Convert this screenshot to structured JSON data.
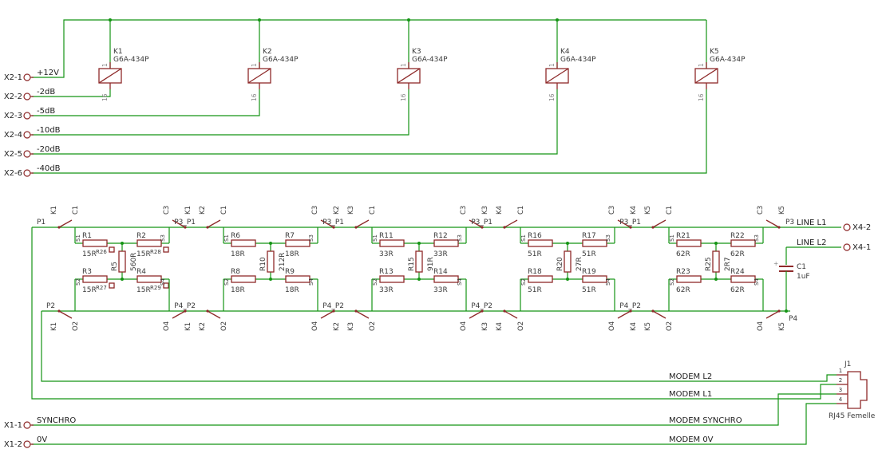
{
  "colors": {
    "background": "#ffffff",
    "wire_green": "#149414",
    "symbol_maroon": "#8e2a2a",
    "label_dark": "#3a3a3a",
    "net_label": "#1c1c1c",
    "pin_number_gray": "#868686"
  },
  "power": {
    "x2_pins": [
      {
        "ref": "X2-1",
        "net": "+12V"
      },
      {
        "ref": "X2-2",
        "net": "-2dB"
      },
      {
        "ref": "X2-3",
        "net": "-5dB"
      },
      {
        "ref": "X2-4",
        "net": "-10dB"
      },
      {
        "ref": "X2-5",
        "net": "-20dB"
      },
      {
        "ref": "X2-6",
        "net": "-40dB"
      }
    ],
    "relays": [
      {
        "name": "K1",
        "part": "G6A-434P",
        "pin_top": "1",
        "pin_bottom": "16"
      },
      {
        "name": "K2",
        "part": "G6A-434P",
        "pin_top": "1",
        "pin_bottom": "16"
      },
      {
        "name": "K3",
        "part": "G6A-434P",
        "pin_top": "1",
        "pin_bottom": "16"
      },
      {
        "name": "K4",
        "part": "G6A-434P",
        "pin_top": "1",
        "pin_bottom": "16"
      },
      {
        "name": "K5",
        "part": "G6A-434P",
        "pin_top": "1",
        "pin_bottom": "16"
      }
    ]
  },
  "attenuator": {
    "ports": {
      "p1": "P1",
      "p2": "P2",
      "p3": "P3",
      "p4": "P4"
    },
    "junction_top": "P3_P1",
    "junction_bottom": "P4_P2",
    "contact_labels": {
      "nc_tl": "C1",
      "nc_tr": "C3",
      "nc_bl": "O2",
      "nc_br": "O4",
      "s1": "S1",
      "s2": "S2",
      "s3": "S3",
      "s4": "S4"
    },
    "stages": [
      {
        "relay": "K1",
        "r_top_left": {
          "ref": "R1",
          "val": "15R"
        },
        "r_top_right": {
          "ref": "R2",
          "val": "15R"
        },
        "r_bottom_left": {
          "ref": "R3",
          "val": "15R"
        },
        "r_bottom_right": {
          "ref": "R4",
          "val": "15R"
        },
        "r_shunt": {
          "ref": "R5",
          "val": "560R"
        }
      },
      {
        "relay": "K2",
        "r_top_left": {
          "ref": "R6",
          "val": "18R"
        },
        "r_top_right": {
          "ref": "R7",
          "val": "18R"
        },
        "r_bottom_left": {
          "ref": "R8",
          "val": "18R"
        },
        "r_bottom_right": {
          "ref": "R9",
          "val": "18R"
        },
        "r_shunt": {
          "ref": "R10",
          "val": "212R"
        }
      },
      {
        "relay": "K3",
        "r_top_left": {
          "ref": "R11",
          "val": "33R"
        },
        "r_top_right": {
          "ref": "R12",
          "val": "33R"
        },
        "r_bottom_left": {
          "ref": "R13",
          "val": "33R"
        },
        "r_bottom_right": {
          "ref": "R14",
          "val": "33R"
        },
        "r_shunt": {
          "ref": "R15",
          "val": "91R"
        }
      },
      {
        "relay": "K4",
        "r_top_left": {
          "ref": "R16",
          "val": "51R"
        },
        "r_top_right": {
          "ref": "R17",
          "val": "51R"
        },
        "r_bottom_left": {
          "ref": "R18",
          "val": "51R"
        },
        "r_bottom_right": {
          "ref": "R19",
          "val": "51R"
        },
        "r_shunt": {
          "ref": "R20",
          "val": "27R"
        }
      },
      {
        "relay": "K5",
        "r_top_left": {
          "ref": "R21",
          "val": "62R"
        },
        "r_top_right": {
          "ref": "R22",
          "val": "62R"
        },
        "r_bottom_left": {
          "ref": "R23",
          "val": "62R"
        },
        "r_bottom_right": {
          "ref": "R24",
          "val": "62R"
        },
        "r_shunt": {
          "ref": "R25",
          "val": "2R7"
        }
      }
    ],
    "stage1_trim_refs": [
      "R26",
      "R28",
      "R27",
      "R29"
    ],
    "output": {
      "line1_label": "LINE L1",
      "line1_pin": "X4-2",
      "line2_label": "LINE L2",
      "line2_pin": "X4-1",
      "cap_ref": "C1",
      "cap_val": "1uF",
      "cap_plus": "+"
    }
  },
  "modem": {
    "net_labels": [
      "MODEM L2",
      "MODEM L1",
      "MODEM SYNCHRO",
      "MODEM 0V"
    ],
    "x1_pins": [
      {
        "ref": "X1-1",
        "net": "SYNCHRO"
      },
      {
        "ref": "X1-2",
        "net": "0V"
      }
    ],
    "j1": {
      "name": "J1",
      "part": "RJ45 Femelle",
      "pins": [
        "1",
        "2",
        "3",
        "4"
      ]
    }
  }
}
